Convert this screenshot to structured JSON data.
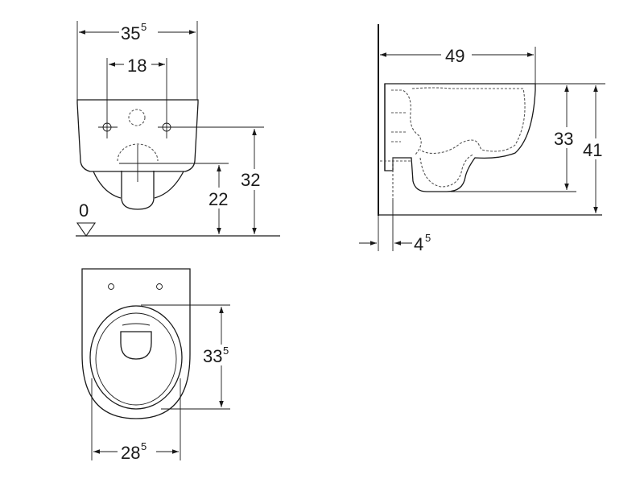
{
  "dimensions": {
    "front_width": {
      "value": "35",
      "sup": "5"
    },
    "front_fixing_spacing": {
      "value": "18"
    },
    "front_outlet_height": {
      "value": "22"
    },
    "front_fixing_height": {
      "value": "32"
    },
    "floor_level": {
      "value": "0"
    },
    "side_depth": {
      "value": "49"
    },
    "side_rim_to_outlet": {
      "value": "33"
    },
    "side_total_height": {
      "value": "41"
    },
    "side_wall_gap": {
      "value": "4",
      "sup": "5"
    },
    "top_length": {
      "value": "33",
      "sup": "5"
    },
    "top_width": {
      "value": "28",
      "sup": "5"
    }
  }
}
